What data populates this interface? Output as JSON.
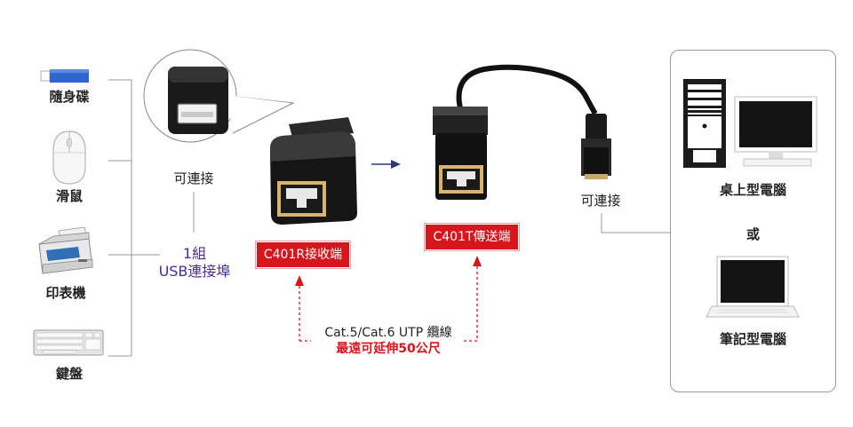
{
  "devices": [
    {
      "label": "隨身碟",
      "icon": "usb-flash-drive-icon"
    },
    {
      "label": "滑鼠",
      "icon": "mouse-icon"
    },
    {
      "label": "印表機",
      "icon": "printer-icon"
    },
    {
      "label": "鍵盤",
      "icon": "keyboard-icon"
    }
  ],
  "receiver": {
    "connect_label": "可連接",
    "usb_port_line1": "1組",
    "usb_port_line2": "USB連接埠",
    "name": "C401R接收端"
  },
  "transmitter": {
    "name": "C401T傳送端",
    "connect_label": "可連接"
  },
  "cable_note": {
    "line1": "Cat.5/Cat.6 UTP 纜線",
    "line2": "最遠可延伸50公尺"
  },
  "computers": {
    "desktop": "桌上型電腦",
    "or": "或",
    "laptop": "筆記型電腦"
  },
  "colors": {
    "accent_red": "#d7151d",
    "text_purple": "#4a2d8c",
    "arrow_navy": "#2b3a7a"
  }
}
